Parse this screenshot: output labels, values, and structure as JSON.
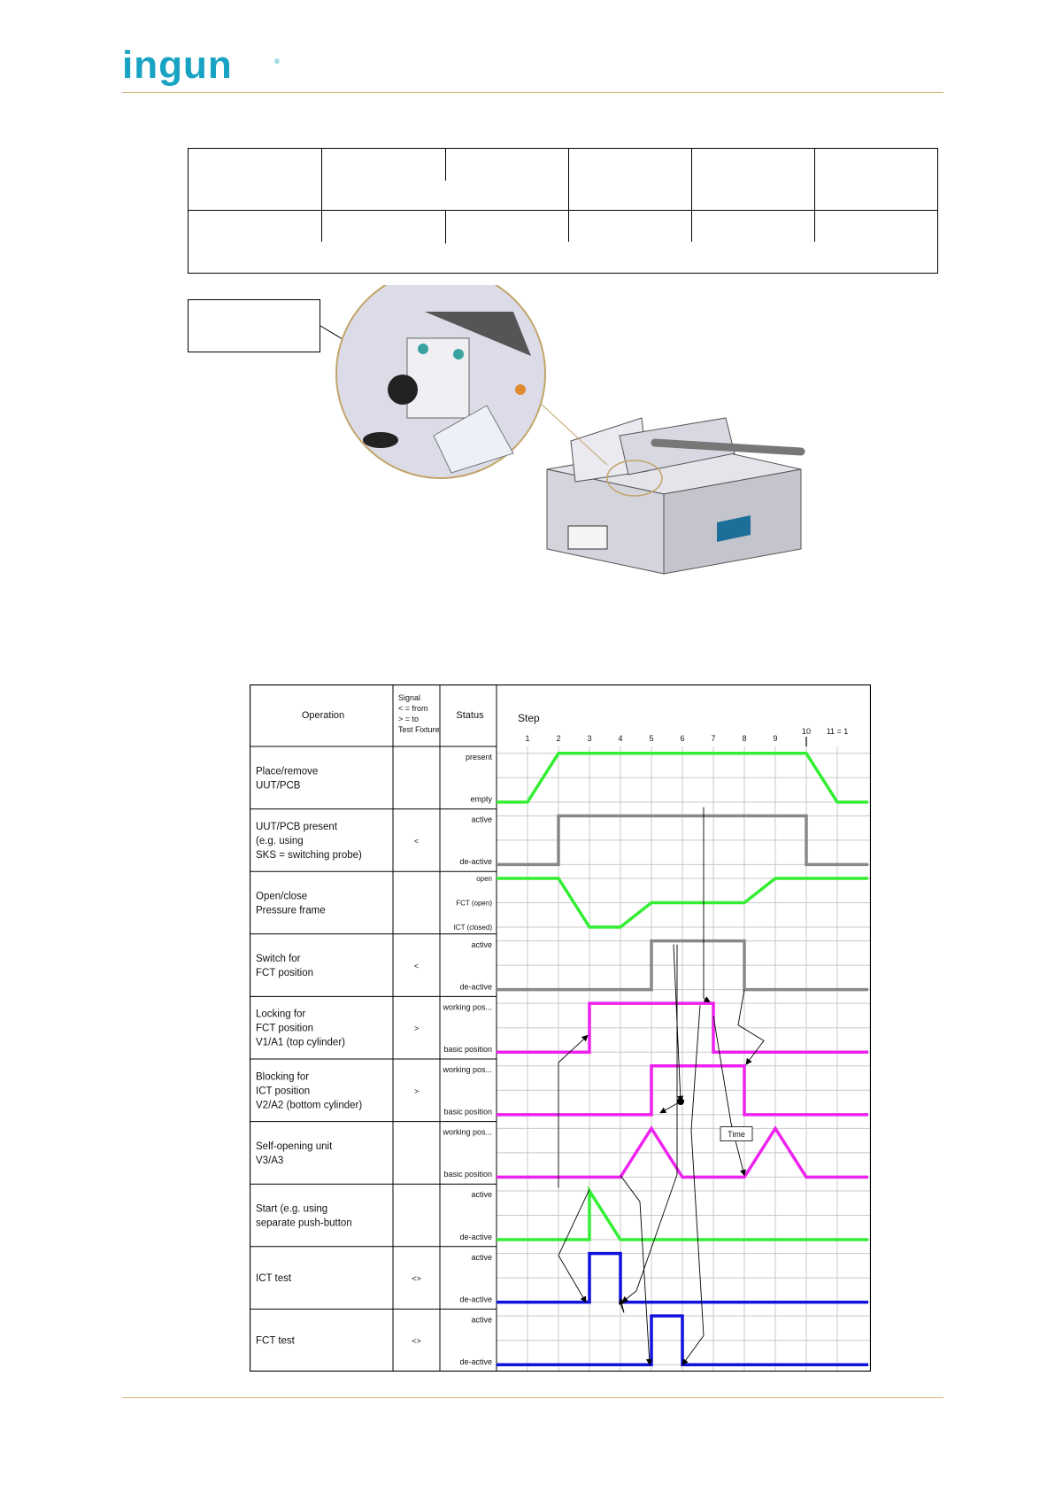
{
  "header": {
    "brand": "ingun"
  },
  "diagram": {
    "header": {
      "operation": "Operation",
      "signal": [
        "Signal",
        "< = from",
        "> = to",
        "Test Fixture"
      ],
      "status": "Status",
      "step": "Step"
    },
    "steps": [
      "1",
      "2",
      "3",
      "4",
      "5",
      "6",
      "7",
      "8",
      "9",
      "10",
      "11 = 1"
    ],
    "colors": {
      "green": "#33ee33",
      "gray": "#888888",
      "magenta": "#ee22ee",
      "blue": "#1111dd",
      "grid": "#c8c8c8"
    },
    "rows": [
      {
        "operation": [
          "Place/remove",
          "UUT/PCB"
        ],
        "signal": "",
        "status": [
          "present",
          "empty"
        ],
        "color": "green",
        "wave": [
          [
            0,
            0
          ],
          [
            1,
            0
          ],
          [
            2,
            1
          ],
          [
            10,
            1
          ],
          [
            11,
            0
          ],
          [
            12,
            0
          ]
        ]
      },
      {
        "operation": [
          "UUT/PCB present",
          "(e.g. using",
          "SKS = switching probe)"
        ],
        "signal": "<",
        "status": [
          "active",
          "de-active"
        ],
        "color": "gray",
        "wave": [
          [
            0,
            0
          ],
          [
            2,
            0
          ],
          [
            2,
            1
          ],
          [
            10,
            1
          ],
          [
            10,
            0
          ],
          [
            12,
            0
          ]
        ]
      },
      {
        "operation": [
          "Open/close",
          "Pressure frame"
        ],
        "signal": "",
        "status": [
          "open",
          "FCT (open)",
          "ICT (closed)"
        ],
        "color": "green",
        "wave": [
          [
            0,
            1
          ],
          [
            2,
            1
          ],
          [
            3,
            0
          ],
          [
            4,
            0
          ],
          [
            5,
            0.5
          ],
          [
            8,
            0.5
          ],
          [
            9,
            1
          ],
          [
            12,
            1
          ]
        ]
      },
      {
        "operation": [
          "Switch for",
          "FCT position"
        ],
        "signal": "<",
        "status": [
          "active",
          "de-active"
        ],
        "color": "gray",
        "wave": [
          [
            0,
            0
          ],
          [
            5,
            0
          ],
          [
            5,
            1
          ],
          [
            8,
            1
          ],
          [
            8,
            0
          ],
          [
            12,
            0
          ]
        ]
      },
      {
        "operation": [
          "Locking for",
          "FCT position",
          "V1/A1 (top cylinder)"
        ],
        "signal": ">",
        "status": [
          "working pos...",
          "basic position"
        ],
        "color": "magenta",
        "wave": [
          [
            0,
            0
          ],
          [
            3,
            0
          ],
          [
            3,
            1
          ],
          [
            7,
            1
          ],
          [
            7,
            0
          ],
          [
            12,
            0
          ]
        ]
      },
      {
        "operation": [
          "Blocking for",
          "ICT position",
          "V2/A2 (bottom cylinder)"
        ],
        "signal": ">",
        "status": [
          "working pos...",
          "basic position"
        ],
        "color": "magenta",
        "wave": [
          [
            0,
            0
          ],
          [
            5,
            0
          ],
          [
            5,
            1
          ],
          [
            8,
            1
          ],
          [
            8,
            0
          ],
          [
            12,
            0
          ]
        ]
      },
      {
        "operation": [
          "Self-opening unit",
          "V3/A3"
        ],
        "signal": "",
        "status": [
          "working pos...",
          "basic position"
        ],
        "color": "magenta",
        "wave": [
          [
            0,
            0
          ],
          [
            4,
            0
          ],
          [
            5,
            1
          ],
          [
            6,
            0
          ],
          [
            8,
            0
          ],
          [
            9,
            1
          ],
          [
            10,
            0
          ],
          [
            12,
            0
          ]
        ]
      },
      {
        "operation": [
          "Start (e.g. using",
          "separate push-button"
        ],
        "signal": "",
        "status": [
          "active",
          "de-active"
        ],
        "color": "green",
        "wave": [
          [
            0,
            0
          ],
          [
            3,
            0
          ],
          [
            3,
            1
          ],
          [
            4,
            0
          ],
          [
            12,
            0
          ]
        ]
      },
      {
        "operation": [
          "ICT test"
        ],
        "signal": "<>",
        "status": [
          "active",
          "de-active"
        ],
        "color": "blue",
        "wave": [
          [
            0,
            0
          ],
          [
            3,
            0
          ],
          [
            3,
            1
          ],
          [
            4,
            1
          ],
          [
            4,
            0
          ],
          [
            12,
            0
          ]
        ]
      },
      {
        "operation": [
          "FCT test"
        ],
        "signal": "<>",
        "status": [
          "active",
          "de-active"
        ],
        "color": "blue",
        "wave": [
          [
            0,
            0
          ],
          [
            5,
            0
          ],
          [
            5,
            1
          ],
          [
            6,
            1
          ],
          [
            6,
            0
          ],
          [
            12,
            0
          ]
        ]
      }
    ],
    "time_label": "Time"
  }
}
